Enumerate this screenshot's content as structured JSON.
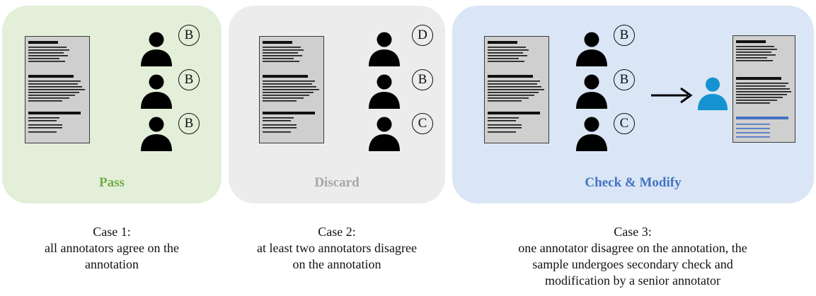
{
  "colors": {
    "pass_bg": "#e3efd9",
    "pass_text": "#70ad47",
    "discard_bg": "#ececec",
    "discard_text": "#a6a6a6",
    "check_bg": "#dae6f5",
    "check_text": "#4472c4",
    "senior_icon": "#1493d0"
  },
  "cases": [
    {
      "label": "Pass",
      "votes": [
        "B",
        "B",
        "B"
      ],
      "caption": [
        "Case 1:",
        "all annotators agree on the",
        "annotation"
      ]
    },
    {
      "label": "Discard",
      "votes": [
        "D",
        "B",
        "C"
      ],
      "caption": [
        "Case 2:",
        "at least two annotators disagree",
        "on the annotation"
      ]
    },
    {
      "label": "Check & Modify",
      "votes": [
        "B",
        "B",
        "C"
      ],
      "caption": [
        "Case 3:",
        "one annotator disagree on the annotation, the",
        "sample undergoes secondary check and",
        "modification by a senior annotator"
      ]
    }
  ]
}
